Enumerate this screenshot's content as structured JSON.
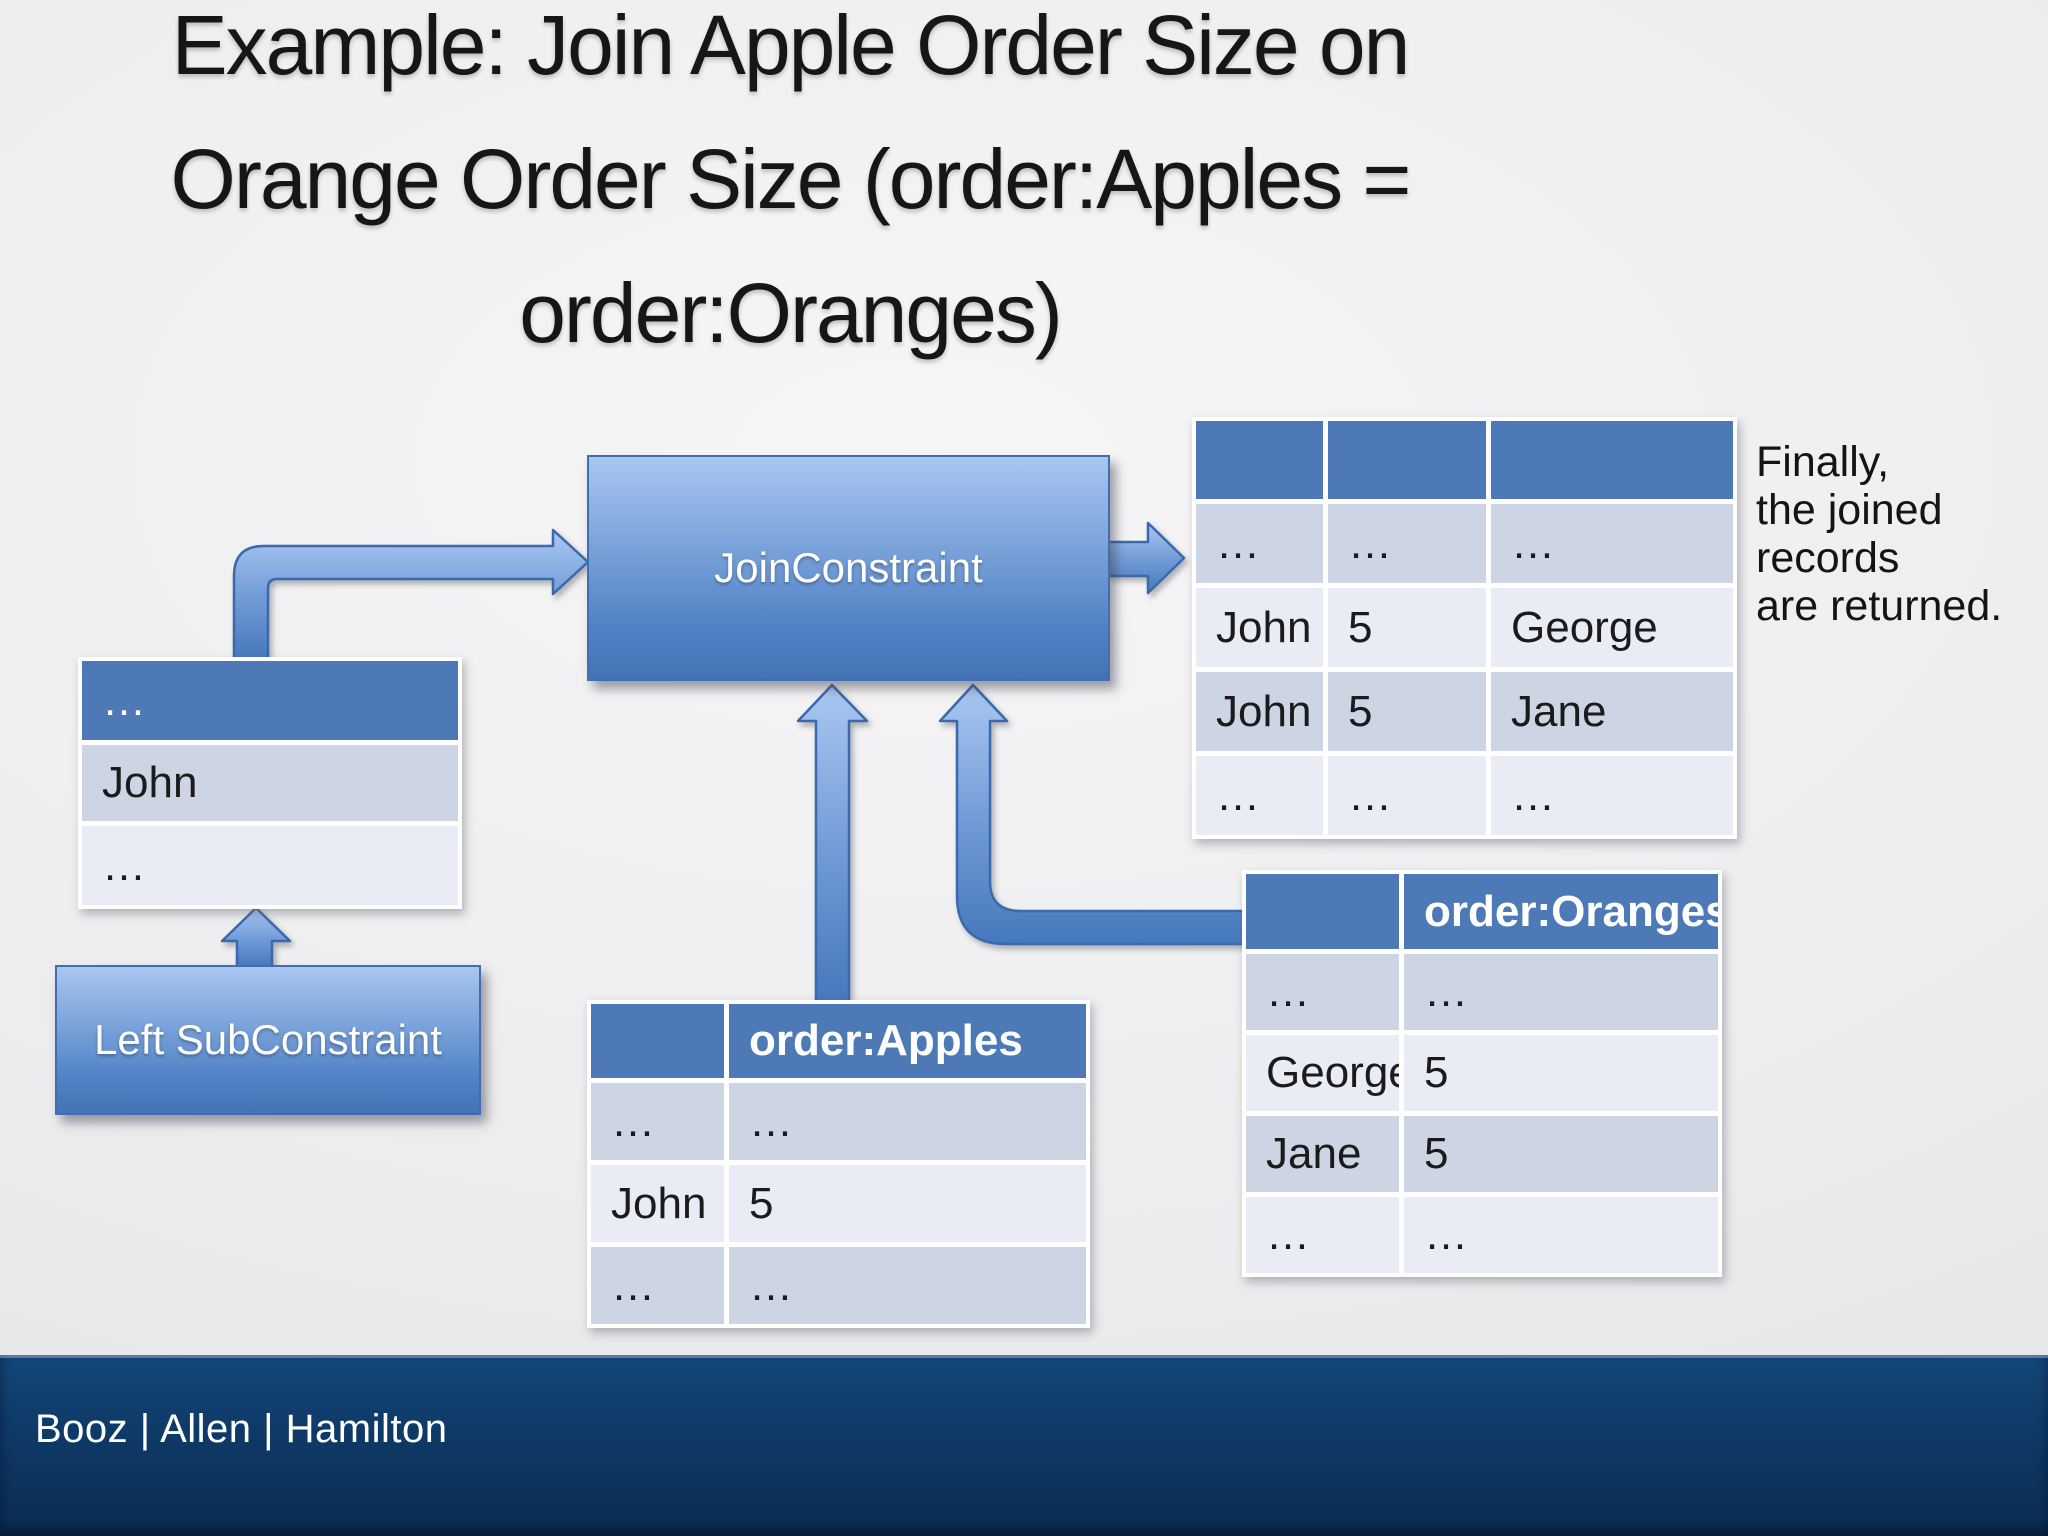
{
  "slide": {
    "title_lines": [
      "Example: Join Apple Order Size on",
      "Orange Order Size (order:Apples =",
      "order:Oranges)"
    ],
    "note_lines": [
      "Finally,",
      "the joined",
      "records",
      "are returned."
    ],
    "footer": "Booz | Allen | Hamilton"
  },
  "nodes": {
    "join_constraint": {
      "label": "JoinConstraint"
    },
    "left_subconstraint": {
      "label": "Left SubConstraint"
    }
  },
  "tables": {
    "left_input": {
      "header": [
        "…"
      ],
      "rows": [
        [
          "John"
        ],
        [
          "…"
        ]
      ]
    },
    "result": {
      "header": [
        "",
        "",
        ""
      ],
      "rows": [
        [
          "…",
          "…",
          "…"
        ],
        [
          "John",
          "5",
          "George"
        ],
        [
          "John",
          "5",
          "Jane"
        ],
        [
          "…",
          "…",
          "…"
        ]
      ]
    },
    "apples": {
      "header": [
        "",
        "order:Apples"
      ],
      "rows": [
        [
          "…",
          "…"
        ],
        [
          "John",
          "5"
        ],
        [
          "…",
          "…"
        ]
      ]
    },
    "oranges": {
      "header": [
        "",
        "order:Oranges"
      ],
      "rows": [
        [
          "…",
          "…"
        ],
        [
          "George",
          "5"
        ],
        [
          "Jane",
          "5"
        ],
        [
          "…",
          "…"
        ]
      ]
    }
  },
  "icons": {
    "arrows": [
      "elbow-arrow-left-input-to-join",
      "arrow-join-to-result",
      "arrow-subconstraint-to-left-input",
      "arrow-apples-to-join",
      "curved-arrow-oranges-to-join"
    ]
  },
  "colors": {
    "table_header_blue": "#4d7ab6",
    "row_dark": "#cdd5e4",
    "row_light": "#e9ecf4",
    "box_gradient_top": "#a9c6f0",
    "box_gradient_bottom": "#4373b5",
    "arrow_stroke": "#3a69ac",
    "footer_navy": "#0f3c6a",
    "background": "#ececee",
    "title_text": "#161616"
  }
}
